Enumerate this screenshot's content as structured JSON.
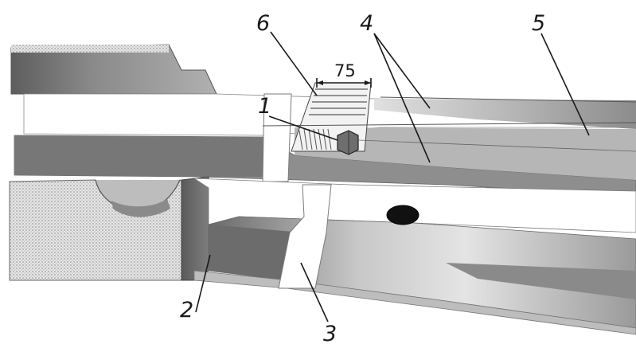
{
  "callouts": {
    "c1": "1",
    "c2": "2",
    "c3": "3",
    "c4": "4",
    "c5": "5",
    "c6": "6"
  },
  "dimension": {
    "value": "75"
  },
  "colors": {
    "dark_gray": "#7a7a7a",
    "mid_gray": "#9a9a9a",
    "light_gray": "#c4c4c4",
    "white": "#ffffff",
    "hatch": "#d8d8d8",
    "ink": "#1a1a1a"
  }
}
